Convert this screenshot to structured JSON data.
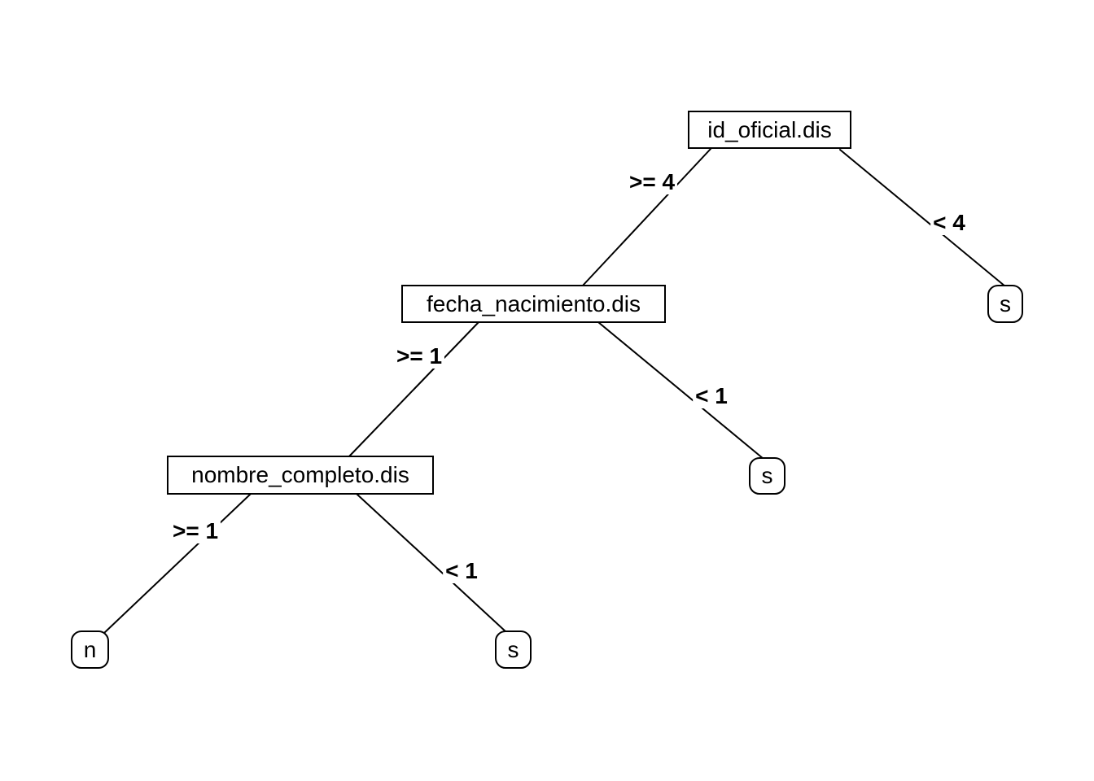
{
  "diagram": {
    "type": "decision-tree",
    "colors": {
      "background": "#ffffff",
      "line": "#000000",
      "text": "#000000"
    },
    "nodes": {
      "root": {
        "label": "id_oficial.dis",
        "shape": "rect"
      },
      "fecha": {
        "label": "fecha_nacimiento.dis",
        "shape": "rect"
      },
      "nombre": {
        "label": "nombre_completo.dis",
        "shape": "rect"
      },
      "leaf_right": {
        "label": "s",
        "shape": "rounded"
      },
      "leaf_mid": {
        "label": "s",
        "shape": "rounded"
      },
      "leaf_n": {
        "label": "n",
        "shape": "rounded"
      },
      "leaf_bottom": {
        "label": "s",
        "shape": "rounded"
      }
    },
    "edges": {
      "root_left": {
        "from": "root",
        "to": "fecha",
        "label": ">= 4"
      },
      "root_right": {
        "from": "root",
        "to": "leaf_right",
        "label": "< 4"
      },
      "fecha_left": {
        "from": "fecha",
        "to": "nombre",
        "label": ">= 1"
      },
      "fecha_right": {
        "from": "fecha",
        "to": "leaf_mid",
        "label": "< 1"
      },
      "nombre_left": {
        "from": "nombre",
        "to": "leaf_n",
        "label": ">= 1"
      },
      "nombre_right": {
        "from": "nombre",
        "to": "leaf_bottom",
        "label": "< 1"
      }
    }
  }
}
